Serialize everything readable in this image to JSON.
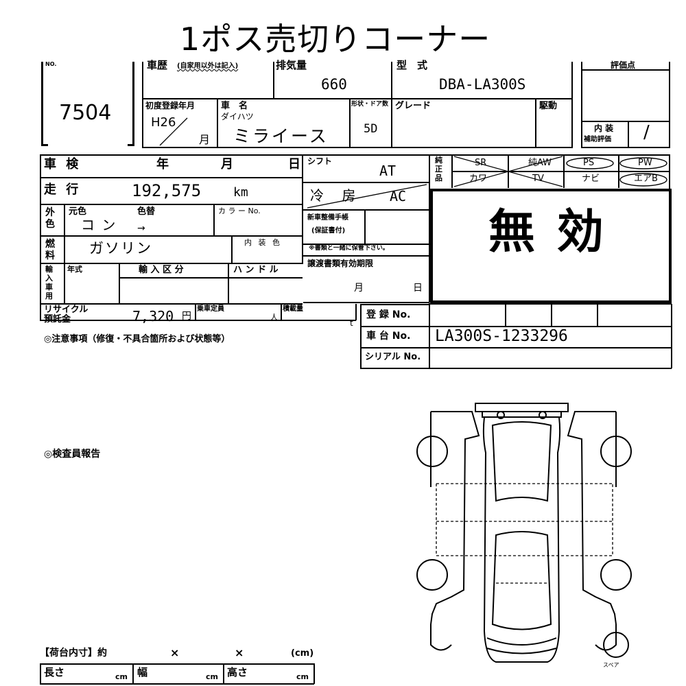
{
  "title": "1ポス売切りコーナー",
  "lot": {
    "no_label": "NO.",
    "number": "7504"
  },
  "history_label": "車歴",
  "history_note": "(自家用以外は記入)",
  "displacement_label": "排気量",
  "displacement": "660",
  "model_label": "型　式",
  "model": "DBA-LA300S",
  "score_label": "評価点",
  "first_reg_label": "初度登録年月",
  "first_reg_year": "H26",
  "month_unit": "月",
  "car_name_label": "車　名",
  "maker": "ダイハツ",
  "car_name": "ミライース",
  "doors_label": "形状・ドア数",
  "doors": "5D",
  "grade_label": "グレード",
  "drive_label": "駆動",
  "interior_sub_label": "内 装",
  "interior_sub_label2": "補助評価",
  "interior_sub_value": "/",
  "inspection_label": "車 検",
  "year_unit": "年",
  "day_unit": "日",
  "shift_label": "シフト",
  "shift": "AT",
  "mileage_label": "走 行",
  "mileage": "192,575",
  "mileage_unit": "km",
  "ac_label": "冷 房",
  "ac": "AC",
  "equip_label": "純正品",
  "equip_row1": [
    "SR",
    "純AW",
    "PS",
    "PW"
  ],
  "equip_row2": [
    "カワ",
    "TV",
    "ナビ",
    "エアB"
  ],
  "invalid_stamp": "無 効",
  "exterior_label": "外色",
  "orig_color_label": "元色",
  "repaint_label": "色替",
  "color_no_label": "カ ラ ー No.",
  "exterior_color": "コ ン",
  "arrow": "→",
  "new_car_manual_label": "新車整備手帳",
  "warranty_label": "(保証書付)",
  "keep_note": "※書類と一緒に保管下さい。",
  "fuel_label": "燃料",
  "fuel": "ガソリン",
  "interior_color_label": "内 装 色",
  "import_label": "輸入車用",
  "year_type_label": "年式",
  "import_class_label": "輸 入 区 分",
  "handle_label": "ハ ン ド ル",
  "transfer_label": "譲渡書類有効期限",
  "recycle_label": "リサイクル",
  "recycle_label2": "預託金",
  "recycle_fee": "7,320",
  "yen": "円",
  "capacity_label": "乗車定員",
  "person_unit": "人",
  "load_label": "積載量",
  "ton_unit": "t",
  "reg_no_label": "登 録 No.",
  "chassis_label": "車 台 No.",
  "chassis_no": "LA300S-1233296",
  "serial_label": "シリアル No.",
  "notes_label": "◎注意事項（修復・不具合箇所および状態等）",
  "inspector_label": "◎検査員報告",
  "cargo_label": "【荷台内寸】約",
  "times": "×",
  "cm_paren": "(cm)",
  "length_label": "長さ",
  "width_label": "幅",
  "height_label": "高さ",
  "cm": "cm",
  "spare_label": "スペア"
}
